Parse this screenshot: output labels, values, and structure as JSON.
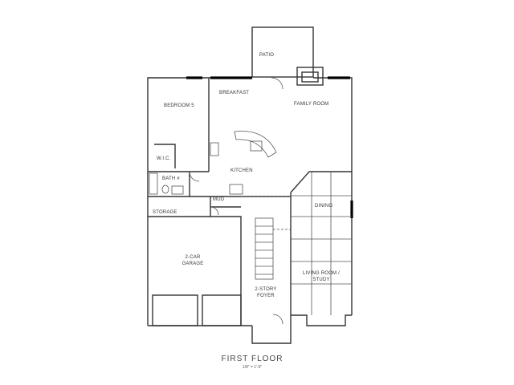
{
  "drawing": {
    "title": "FIRST FLOOR",
    "scale": "1/8\" = 1'-0\""
  },
  "rooms": {
    "patio": "PATIO",
    "breakfast": "BREAKFAST",
    "family_room": "FAMILY ROOM",
    "bedroom": "BEDROOM 5",
    "wic": "W.I.C.",
    "kitchen": "KITCHEN",
    "bath": "BATH #",
    "mud": "MUD",
    "storage": "STORAGE",
    "dining": "DINING",
    "garage_line1": "2-CAR",
    "garage_line2": "GARAGE",
    "living_line1": "LIVING ROOM /",
    "living_line2": "STUDY",
    "foyer_line1": "2-STORY",
    "foyer_line2": "FOYER"
  },
  "colors": {
    "wall": "#333333",
    "thin_line": "#555555",
    "glazing": "#000000"
  }
}
